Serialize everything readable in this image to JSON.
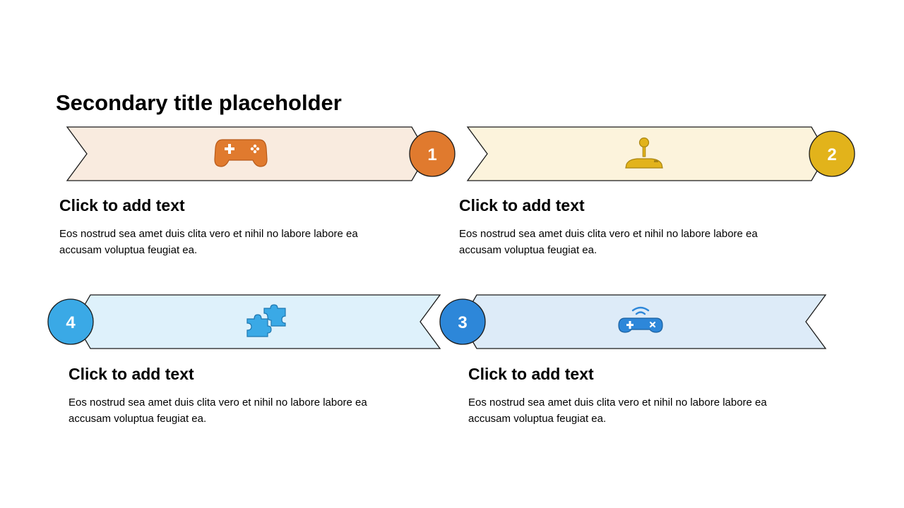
{
  "slide": {
    "title": "Secondary title placeholder"
  },
  "colors": {
    "outline": "#1a1a1a",
    "orange_fill": "#f9ebdf",
    "orange_accent": "#e07a2e",
    "yellow_fill": "#fcf3dc",
    "yellow_accent": "#e2b31b",
    "sky_fill": "#def1fb",
    "sky_accent": "#3aa9e6",
    "blue_fill": "#ddebf8",
    "blue_accent": "#2d87d9"
  },
  "steps": [
    {
      "number": "1",
      "icon": "gamepad-icon",
      "heading": "Click to add text",
      "body": "Eos nostrud sea amet duis clita vero et nihil no labore labore ea accusam voluptua feugiat ea."
    },
    {
      "number": "2",
      "icon": "joystick-icon",
      "heading": "Click to add text",
      "body": "Eos nostrud sea amet duis clita vero et nihil no labore labore ea accusam voluptua feugiat ea."
    },
    {
      "number": "3",
      "icon": "wireless-controller-icon",
      "heading": "Click to add text",
      "body": "Eos nostrud sea amet duis clita vero et nihil no labore labore ea accusam voluptua feugiat ea."
    },
    {
      "number": "4",
      "icon": "puzzle-icon",
      "heading": "Click to add text",
      "body": "Eos nostrud sea amet duis clita vero et nihil no labore labore ea accusam voluptua feugiat ea."
    }
  ]
}
